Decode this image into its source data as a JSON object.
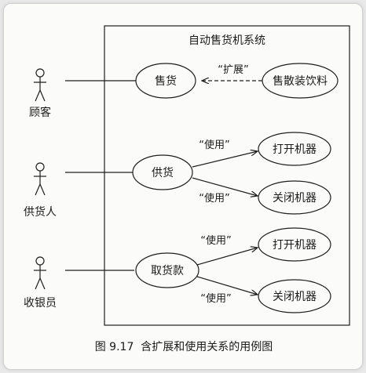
{
  "system": {
    "title": "自动售货机系统"
  },
  "actors": [
    {
      "id": "customer",
      "label": "顾客"
    },
    {
      "id": "supplier",
      "label": "供货人"
    },
    {
      "id": "cashier",
      "label": "收银员"
    }
  ],
  "use_cases": [
    {
      "id": "sell",
      "label": "售货"
    },
    {
      "id": "sell_bulk",
      "label": "售散装饮料"
    },
    {
      "id": "supply",
      "label": "供货"
    },
    {
      "id": "open1",
      "label": "打开机器"
    },
    {
      "id": "close1",
      "label": "关闭机器"
    },
    {
      "id": "collect",
      "label": "取货款"
    },
    {
      "id": "open2",
      "label": "打开机器"
    },
    {
      "id": "close2",
      "label": "关闭机器"
    }
  ],
  "relations": [
    {
      "label": "“扩展”"
    },
    {
      "label": "“使用”"
    },
    {
      "label": "“使用”"
    },
    {
      "label": "“使用”"
    },
    {
      "label": "“使用”"
    }
  ],
  "caption": "图 9.17  含扩展和使用关系的用例图"
}
